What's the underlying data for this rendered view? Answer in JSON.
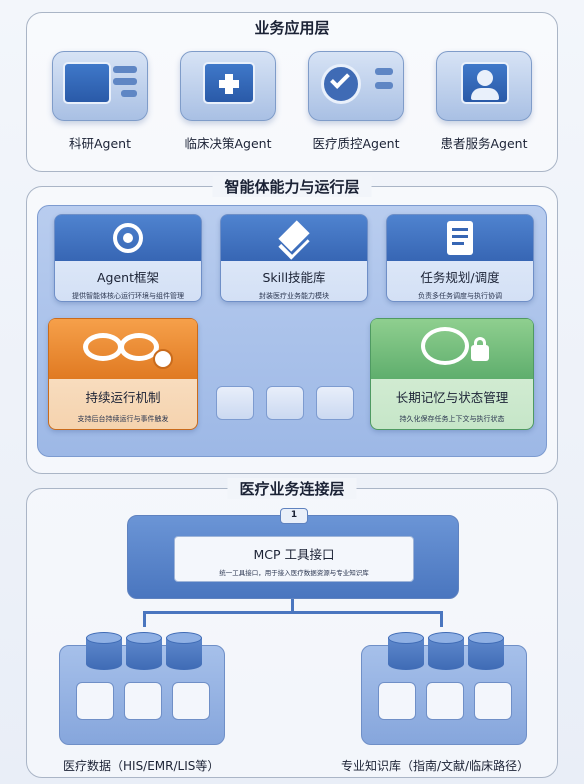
{
  "business_layer": {
    "title": "业务应用层",
    "agents": [
      {
        "label": "科研Agent",
        "icon": "research-console-icon"
      },
      {
        "label": "临床决策Agent",
        "icon": "clinical-monitor-icon"
      },
      {
        "label": "医疗质控Agent",
        "icon": "quality-check-icon"
      },
      {
        "label": "患者服务Agent",
        "icon": "patient-profile-icon"
      }
    ]
  },
  "capability_layer": {
    "title": "智能体能力与运行层",
    "cards": [
      {
        "title": "Agent框架",
        "desc": "提供智能体核心运行环境与组件管理",
        "icon": "gear-brain-icon"
      },
      {
        "title": "Skill技能库",
        "desc": "封装医疗业务能力模块",
        "icon": "stack-layers-icon"
      },
      {
        "title": "任务规划/调度",
        "desc": "负责多任务调度与执行协调",
        "icon": "clipboard-list-icon"
      },
      {
        "title": "持续运行机制",
        "desc": "支持后台持续运行与事件触发",
        "icon": "infinity-clock-icon"
      },
      {
        "title": "长期记忆与状态管理",
        "desc": "持久化保存任务上下文与执行状态",
        "icon": "brain-lock-icon"
      }
    ]
  },
  "connection_layer": {
    "title": "医疗业务连接层",
    "mcp": {
      "badge": "1",
      "title": "MCP 工具接口",
      "desc": "统一工具接口，用于接入医疗数据资源与专业知识库"
    },
    "stores": [
      {
        "label": "医疗数据（HIS/EMR/LIS等）"
      },
      {
        "label": "专业知识库（指南/文献/临床路径）"
      }
    ]
  },
  "colors": {
    "primary": "#3f6bb5",
    "orange": "#e07a22",
    "green": "#5fae6d"
  }
}
